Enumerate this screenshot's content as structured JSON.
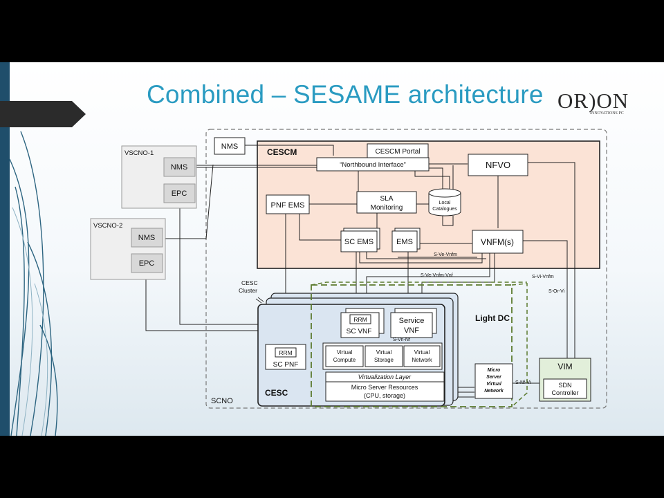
{
  "slide": {
    "title": "Combined – SESAME architecture",
    "logo_text": "OR)ON",
    "logo_subtext": "INNOVATIONS PC"
  },
  "diagram": {
    "nms_top": "NMS",
    "cescm": "CESCM",
    "cescm_portal": "CESCM Portal",
    "northbound": "“Northbound Interface”",
    "nfvo": "NFVO",
    "pnf_ems": "PNF EMS",
    "sla_line1": "SLA",
    "sla_line2": "Monitoring",
    "local_line1": "Local",
    "local_line2": "Catalogues",
    "sc_ems": "SC EMS",
    "ems": "EMS",
    "vnfm": "VNFM(s)",
    "s_ve_vnfm": "S-Ve-Vnfm",
    "s_ve_vnfm_vnf": "S-Ve-Vnfm-Vnf",
    "s_vi_vnfm": "S-Vi-Vnfm",
    "s_or_vi": "S-Or-Vi",
    "vscno1": "VSCNO-1",
    "vscno1_nms": "NMS",
    "vscno1_epc": "EPC",
    "vscno2": "VSCNO-2",
    "vscno2_nms": "NMS",
    "vscno2_epc": "EPC",
    "cesc_cluster_line1": "CESC",
    "cesc_cluster_line2": "Cluster",
    "rrm": "RRM",
    "sc_vnf": "SC VNF",
    "service_line1": "Service",
    "service_line2": "VNF",
    "light_dc": "Light DC",
    "s_vn_nf": "S-Vn-Nf",
    "vc_line1": "Virtual",
    "vc_line2": "Compute",
    "vs_line1": "Virtual",
    "vs_line2": "Storage",
    "vn_line1": "Virtual",
    "vn_line2": "Network",
    "virt_layer": "Virtualization Layer",
    "msr_line1": "Micro Server Resources",
    "msr_line2": "(CPU, storage)",
    "pnf_rrm": "RRM",
    "sc_pnf": "SC PNF",
    "cesc": "CESC",
    "msvn_line1": "Micro",
    "msvn_line2": "Server",
    "msvn_line3": "Virtual",
    "msvn_line4": "Network",
    "s_nf_vi": "S-Nf-Vi",
    "vim": "VIM",
    "sdn_line1": "SDN",
    "sdn_line2": "Controller",
    "scno": "SCNO"
  },
  "colors": {
    "title": "#2a9bc1",
    "cescm_fill": "#fbe3d6",
    "cesc_fill": "#dae5f1",
    "vim_fill": "#e2efda",
    "light_dc_border": "#5b7a2e",
    "vscno_fill": "#efefef",
    "slide_edge": "#1f4e6b"
  },
  "icons": [
    "arrow-pentagon-icon",
    "decorative-curves-icon",
    "orion-logo-icon",
    "database-cylinder-icon"
  ]
}
